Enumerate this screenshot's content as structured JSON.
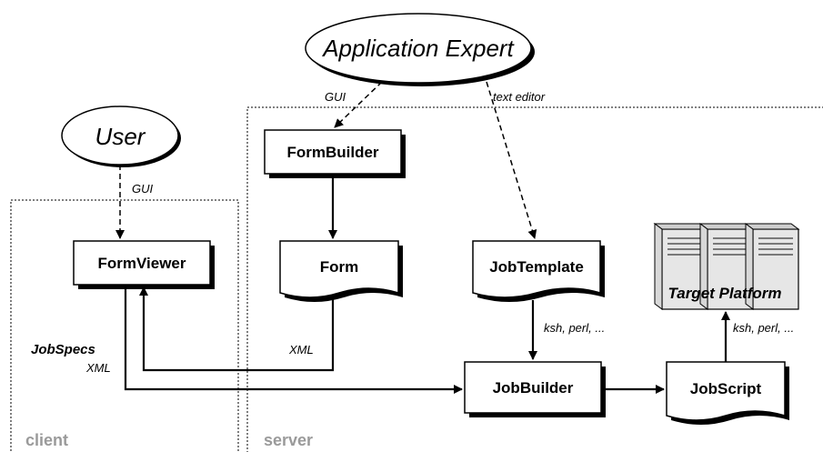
{
  "actors": {
    "application_expert": "Application Expert",
    "user": "User"
  },
  "regions": {
    "client": "client",
    "server": "server"
  },
  "components": {
    "form_builder": "FormBuilder",
    "form_viewer": "FormViewer",
    "form": "Form",
    "job_template": "JobTemplate",
    "job_builder": "JobBuilder",
    "job_script": "JobScript",
    "target_platform": "Target Platform"
  },
  "edges": {
    "expert_gui": "GUI",
    "expert_text_editor": "text editor",
    "user_gui": "GUI",
    "form_xml": "XML",
    "jobspecs": "JobSpecs",
    "jobspecs_xml": "XML",
    "template_to_builder": "ksh, perl, ...",
    "script_to_platform": "ksh, perl, ..."
  }
}
